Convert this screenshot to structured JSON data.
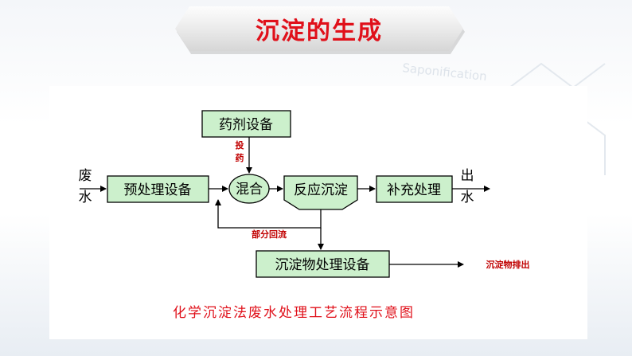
{
  "header": {
    "title": "沉淀的生成"
  },
  "background_watermark": {
    "text": "Saponification"
  },
  "diagram": {
    "nodes": {
      "pretreatment": "预处理设备",
      "mixing": "混合",
      "reaction": "反应沉淀",
      "supplement": "补充处理",
      "dosing": "药剂设备",
      "sludge": "沉淀物处理设备"
    },
    "labels": {
      "inflow_top": "废",
      "inflow_bottom": "水",
      "outflow_top": "出",
      "outflow_bottom": "水",
      "dosing_top": "投",
      "dosing_bottom": "药",
      "recycle": "部分回流",
      "discharge": "沉淀物排出"
    },
    "caption": "化学沉淀法废水处理工艺流程示意图"
  },
  "colors": {
    "box_fill": "#ccf0cc",
    "title_red": "#e0101a",
    "annotation_red": "#c00000"
  }
}
